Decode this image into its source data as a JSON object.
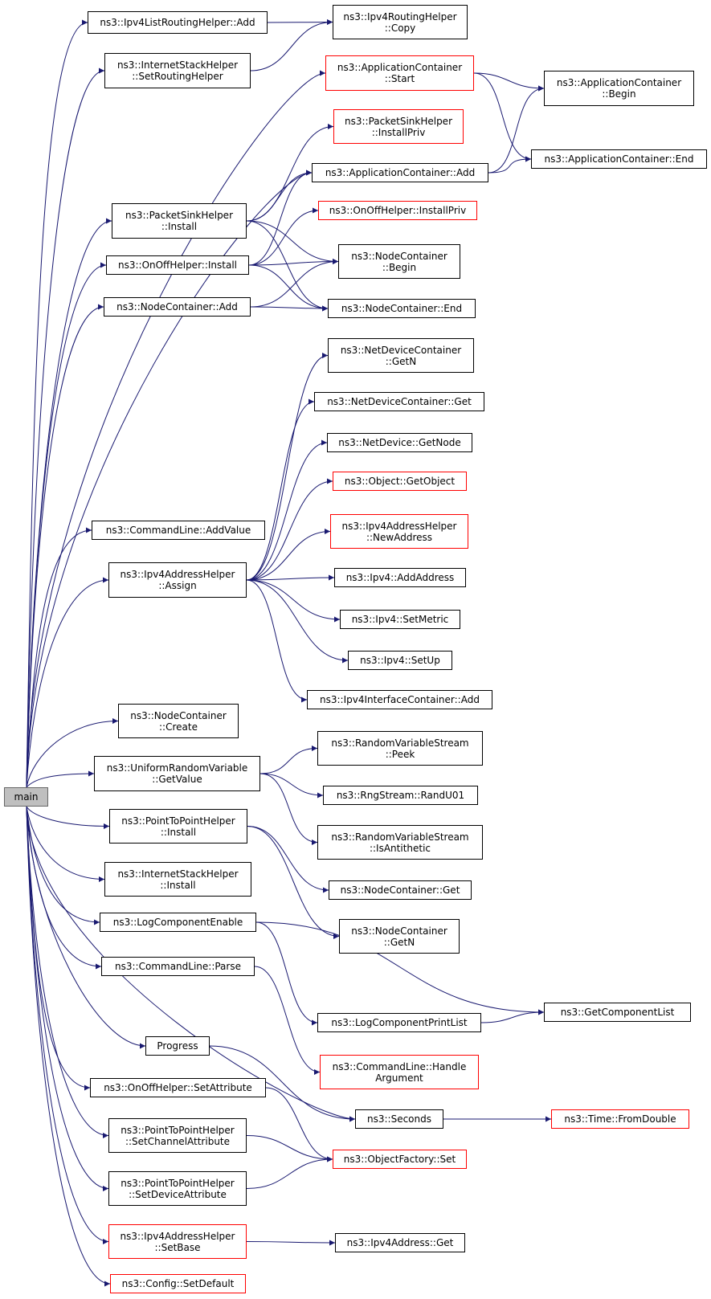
{
  "root": "main",
  "nodes": [
    {
      "id": "lrh_add",
      "lines": [
        "ns3::Ipv4ListRoutingHelper::Add"
      ],
      "red": false
    },
    {
      "id": "rh_copy",
      "lines": [
        "ns3::Ipv4RoutingHelper",
        "::Copy"
      ],
      "red": false
    },
    {
      "id": "ish_setrouting",
      "lines": [
        "ns3::InternetStackHelper",
        "::SetRoutingHelper"
      ],
      "red": false
    },
    {
      "id": "ac_start",
      "lines": [
        "ns3::ApplicationContainer",
        "::Start"
      ],
      "red": true
    },
    {
      "id": "ac_begin",
      "lines": [
        "ns3::ApplicationContainer",
        "::Begin"
      ],
      "red": false
    },
    {
      "id": "psh_installpriv",
      "lines": [
        "ns3::PacketSinkHelper",
        "::InstallPriv"
      ],
      "red": true
    },
    {
      "id": "ac_add",
      "lines": [
        "ns3::ApplicationContainer::Add"
      ],
      "red": false
    },
    {
      "id": "ac_end",
      "lines": [
        "ns3::ApplicationContainer::End"
      ],
      "red": false
    },
    {
      "id": "psh_install",
      "lines": [
        "ns3::PacketSinkHelper",
        "::Install"
      ],
      "red": false
    },
    {
      "id": "ooh_installpriv",
      "lines": [
        "ns3::OnOffHelper::InstallPriv"
      ],
      "red": true
    },
    {
      "id": "ooh_install",
      "lines": [
        "ns3::OnOffHelper::Install"
      ],
      "red": false
    },
    {
      "id": "nc_begin",
      "lines": [
        "ns3::NodeContainer",
        "::Begin"
      ],
      "red": false
    },
    {
      "id": "nc_add",
      "lines": [
        "ns3::NodeContainer::Add"
      ],
      "red": false
    },
    {
      "id": "nc_end",
      "lines": [
        "ns3::NodeContainer::End"
      ],
      "red": false
    },
    {
      "id": "ndc_getn",
      "lines": [
        "ns3::NetDeviceContainer",
        "::GetN"
      ],
      "red": false
    },
    {
      "id": "ndc_get",
      "lines": [
        "ns3::NetDeviceContainer::Get"
      ],
      "red": false
    },
    {
      "id": "nd_getnode",
      "lines": [
        "ns3::NetDevice::GetNode"
      ],
      "red": false
    },
    {
      "id": "obj_getobject",
      "lines": [
        "ns3::Object::GetObject"
      ],
      "red": true
    },
    {
      "id": "cl_addvalue",
      "lines": [
        "ns3::CommandLine::AddValue"
      ],
      "red": false
    },
    {
      "id": "iah_newaddress",
      "lines": [
        "ns3::Ipv4AddressHelper",
        "::NewAddress"
      ],
      "red": true
    },
    {
      "id": "iah_assign",
      "lines": [
        "ns3::Ipv4AddressHelper",
        "::Assign"
      ],
      "red": false
    },
    {
      "id": "ipv4_addaddress",
      "lines": [
        "ns3::Ipv4::AddAddress"
      ],
      "red": false
    },
    {
      "id": "ipv4_setmetric",
      "lines": [
        "ns3::Ipv4::SetMetric"
      ],
      "red": false
    },
    {
      "id": "ipv4_setup",
      "lines": [
        "ns3::Ipv4::SetUp"
      ],
      "red": false
    },
    {
      "id": "iic_add",
      "lines": [
        "ns3::Ipv4InterfaceContainer::Add"
      ],
      "red": false
    },
    {
      "id": "nc_create",
      "lines": [
        "ns3::NodeContainer",
        "::Create"
      ],
      "red": false
    },
    {
      "id": "rvs_peek",
      "lines": [
        "ns3::RandomVariableStream",
        "::Peek"
      ],
      "red": false
    },
    {
      "id": "urv_getvalue",
      "lines": [
        "ns3::UniformRandomVariable",
        "::GetValue"
      ],
      "red": false
    },
    {
      "id": "rng_randu01",
      "lines": [
        "ns3::RngStream::RandU01"
      ],
      "red": false
    },
    {
      "id": "p2p_install",
      "lines": [
        "ns3::PointToPointHelper",
        "::Install"
      ],
      "red": false
    },
    {
      "id": "rvs_isanti",
      "lines": [
        "ns3::RandomVariableStream",
        "::IsAntithetic"
      ],
      "red": false
    },
    {
      "id": "ish_install",
      "lines": [
        "ns3::InternetStackHelper",
        "::Install"
      ],
      "red": false
    },
    {
      "id": "nc_get",
      "lines": [
        "ns3::NodeContainer::Get"
      ],
      "red": false
    },
    {
      "id": "lce",
      "lines": [
        "ns3::LogComponentEnable"
      ],
      "red": false
    },
    {
      "id": "nc_getn",
      "lines": [
        "ns3::NodeContainer",
        "::GetN"
      ],
      "red": false
    },
    {
      "id": "cl_parse",
      "lines": [
        "ns3::CommandLine::Parse"
      ],
      "red": false
    },
    {
      "id": "getcomplist",
      "lines": [
        "ns3::GetComponentList"
      ],
      "red": false
    },
    {
      "id": "lcpl",
      "lines": [
        "ns3::LogComponentPrintList"
      ],
      "red": false
    },
    {
      "id": "progress",
      "lines": [
        "Progress"
      ],
      "red": false
    },
    {
      "id": "cl_handle",
      "lines": [
        "ns3::CommandLine::Handle",
        "Argument"
      ],
      "red": true
    },
    {
      "id": "ooh_setattr",
      "lines": [
        "ns3::OnOffHelper::SetAttribute"
      ],
      "red": false
    },
    {
      "id": "seconds",
      "lines": [
        "ns3::Seconds"
      ],
      "red": false
    },
    {
      "id": "time_fromdouble",
      "lines": [
        "ns3::Time::FromDouble"
      ],
      "red": true
    },
    {
      "id": "p2p_setchan",
      "lines": [
        "ns3::PointToPointHelper",
        "::SetChannelAttribute"
      ],
      "red": false
    },
    {
      "id": "of_set",
      "lines": [
        "ns3::ObjectFactory::Set"
      ],
      "red": true
    },
    {
      "id": "p2p_setdev",
      "lines": [
        "ns3::PointToPointHelper",
        "::SetDeviceAttribute"
      ],
      "red": false
    },
    {
      "id": "iah_setbase",
      "lines": [
        "ns3::Ipv4AddressHelper",
        "::SetBase"
      ],
      "red": true
    },
    {
      "id": "ipv4addr_get",
      "lines": [
        "ns3::Ipv4Address::Get"
      ],
      "red": false
    },
    {
      "id": "cfg_setdefault",
      "lines": [
        "ns3::Config::SetDefault"
      ],
      "red": true
    }
  ],
  "edges": [
    [
      "main",
      "lrh_add"
    ],
    [
      "main",
      "ish_setrouting"
    ],
    [
      "main",
      "ac_start"
    ],
    [
      "main",
      "ac_add"
    ],
    [
      "main",
      "psh_install"
    ],
    [
      "main",
      "ooh_install"
    ],
    [
      "main",
      "nc_add"
    ],
    [
      "main",
      "cl_addvalue"
    ],
    [
      "main",
      "iah_assign"
    ],
    [
      "main",
      "nc_create"
    ],
    [
      "main",
      "urv_getvalue"
    ],
    [
      "main",
      "p2p_install"
    ],
    [
      "main",
      "ish_install"
    ],
    [
      "main",
      "lce"
    ],
    [
      "main",
      "cl_parse"
    ],
    [
      "main",
      "progress"
    ],
    [
      "main",
      "ooh_setattr"
    ],
    [
      "main",
      "p2p_setchan"
    ],
    [
      "main",
      "p2p_setdev"
    ],
    [
      "main",
      "iah_setbase"
    ],
    [
      "main",
      "cfg_setdefault"
    ],
    [
      "main",
      "seconds"
    ],
    [
      "lrh_add",
      "rh_copy"
    ],
    [
      "ish_setrouting",
      "rh_copy"
    ],
    [
      "ac_start",
      "ac_begin"
    ],
    [
      "ac_start",
      "ac_end"
    ],
    [
      "ac_add",
      "ac_begin"
    ],
    [
      "ac_add",
      "ac_end"
    ],
    [
      "psh_install",
      "psh_installpriv"
    ],
    [
      "psh_install",
      "ac_add"
    ],
    [
      "psh_install",
      "nc_begin"
    ],
    [
      "psh_install",
      "nc_end"
    ],
    [
      "ooh_install",
      "ooh_installpriv"
    ],
    [
      "ooh_install",
      "ac_add"
    ],
    [
      "ooh_install",
      "nc_begin"
    ],
    [
      "ooh_install",
      "nc_end"
    ],
    [
      "nc_add",
      "nc_begin"
    ],
    [
      "nc_add",
      "nc_end"
    ],
    [
      "iah_assign",
      "ndc_getn"
    ],
    [
      "iah_assign",
      "ndc_get"
    ],
    [
      "iah_assign",
      "nd_getnode"
    ],
    [
      "iah_assign",
      "obj_getobject"
    ],
    [
      "iah_assign",
      "iah_newaddress"
    ],
    [
      "iah_assign",
      "ipv4_addaddress"
    ],
    [
      "iah_assign",
      "ipv4_setmetric"
    ],
    [
      "iah_assign",
      "ipv4_setup"
    ],
    [
      "iah_assign",
      "iic_add"
    ],
    [
      "urv_getvalue",
      "rvs_peek"
    ],
    [
      "urv_getvalue",
      "rng_randu01"
    ],
    [
      "urv_getvalue",
      "rvs_isanti"
    ],
    [
      "p2p_install",
      "nc_get"
    ],
    [
      "p2p_install",
      "nc_getn"
    ],
    [
      "lce",
      "getcomplist"
    ],
    [
      "lce",
      "lcpl"
    ],
    [
      "lcpl",
      "getcomplist"
    ],
    [
      "cl_parse",
      "cl_handle"
    ],
    [
      "progress",
      "seconds"
    ],
    [
      "seconds",
      "time_fromdouble"
    ],
    [
      "ooh_setattr",
      "of_set"
    ],
    [
      "p2p_setchan",
      "of_set"
    ],
    [
      "p2p_setdev",
      "of_set"
    ],
    [
      "iah_setbase",
      "ipv4addr_get"
    ]
  ],
  "colors": {
    "edge": "#191970",
    "normal_border": "#000000",
    "red_border": "#ff0000",
    "root_fill": "#bfbfbf"
  }
}
